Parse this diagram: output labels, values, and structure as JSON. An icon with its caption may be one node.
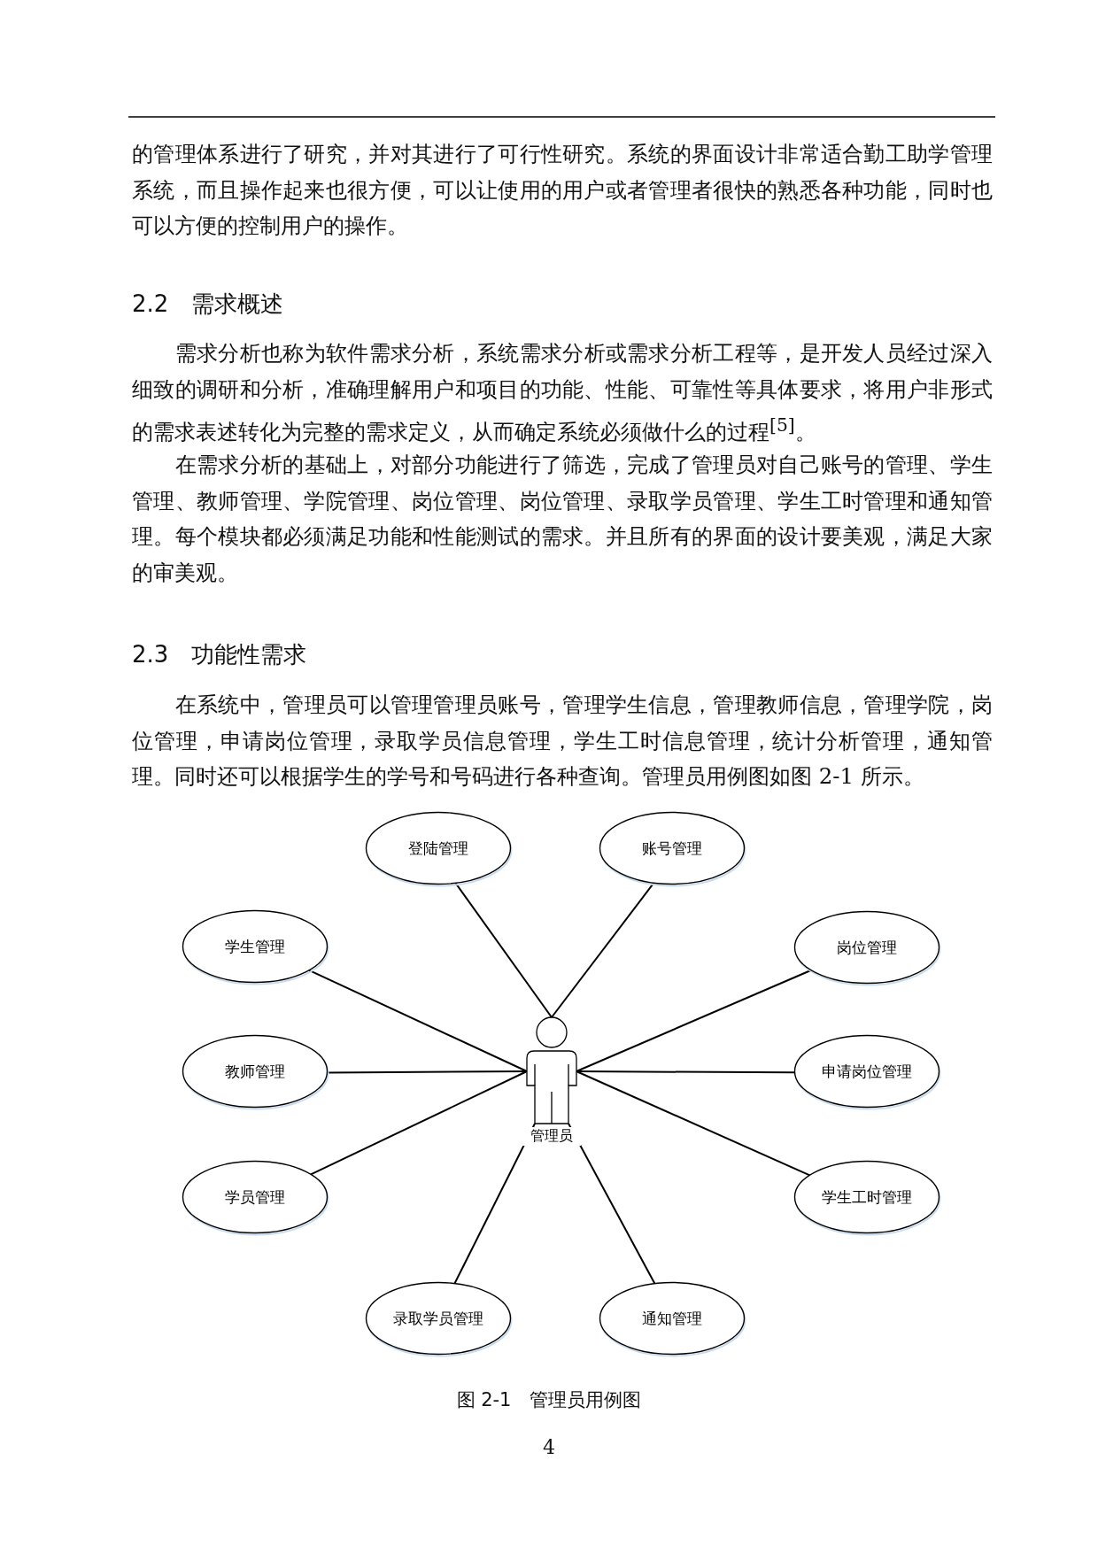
{
  "diagram": {
    "caption": "图 2-1　管理员用例图",
    "nodes": [
      {
        "text": [
          "登陆管理"
        ]
      },
      {
        "text": [
          "账号管理"
        ]
      },
      {
        "text": [
          "学生管理"
        ]
      },
      {
        "text": [
          "岗位管理"
        ]
      },
      {
        "text": [
          "管理员"
        ]
      },
      {
        "text": [
          "教师管理"
        ]
      },
      {
        "text": [
          "申请岗位管理"
        ]
      },
      {
        "text": [
          "学员管理"
        ]
      },
      {
        "text": [
          "学生工时管理"
        ]
      },
      {
        "text": [
          "录取学员管理"
        ]
      },
      {
        "text": [
          "通知管理"
        ]
      }
    ],
    "edges": [
      {
        "from": 4,
        "to": 0,
        "arrow": "none"
      },
      {
        "from": 4,
        "to": 1,
        "arrow": "none"
      },
      {
        "from": 4,
        "to": 2,
        "arrow": "none"
      },
      {
        "from": 4,
        "to": 3,
        "arrow": "none"
      },
      {
        "from": 4,
        "to": 5,
        "arrow": "none"
      },
      {
        "from": 4,
        "to": 6,
        "arrow": "none"
      },
      {
        "from": 4,
        "to": 7,
        "arrow": "none"
      },
      {
        "from": 4,
        "to": 8,
        "arrow": "none"
      },
      {
        "from": 4,
        "to": 9,
        "arrow": "none"
      },
      {
        "from": 4,
        "to": 10,
        "arrow": "none"
      }
    ],
    "labels": [
      "的管理体系进行了研究，并对其进行了可行性研究。系统的界面设计非常适合勤工助学管理系统，而且操作起来也很方便，可以让使用的用户或者管理者很快的熟悉各种功能，同时也可以方便的控制用户的操作。",
      "2.2　需求概述",
      "需求分析也称为软件需求分析，系统需求分析或需求分析工程等，是开发人员经过深入细致的调研和分析，准确理解用户和项目的功能、性能、可靠性等具体要求，将用户非形式的需求表述转化为完整的需求定义，从而确定系统必须做什么的过程$^{[5]}$。",
      "在需求分析的基础上，对部分功能进行了筛选，完成了管理员对自己账号的管理、学生管理、教师管理、学院管理、岗位管理、岗位管理、录取学员管理、学生工时管理和通知管理。每个模块都必须满足功能和性能测试的需求。并且所有的界面的设计要美观，满足大家的审美观。",
      "2.3　功能性需求",
      "在系统中，管理员可以管理管理员账号，管理学生信息，管理教师信息，管理学院，岗位管理，申请岗位管理，录取学员信息管理，学生工时信息管理，统计分析管理，通知管理。同时还可以根据学生的学号和号码进行各种查询。管理员用例图如图 2-1 所示。",
      "4"
    ]
  }
}
